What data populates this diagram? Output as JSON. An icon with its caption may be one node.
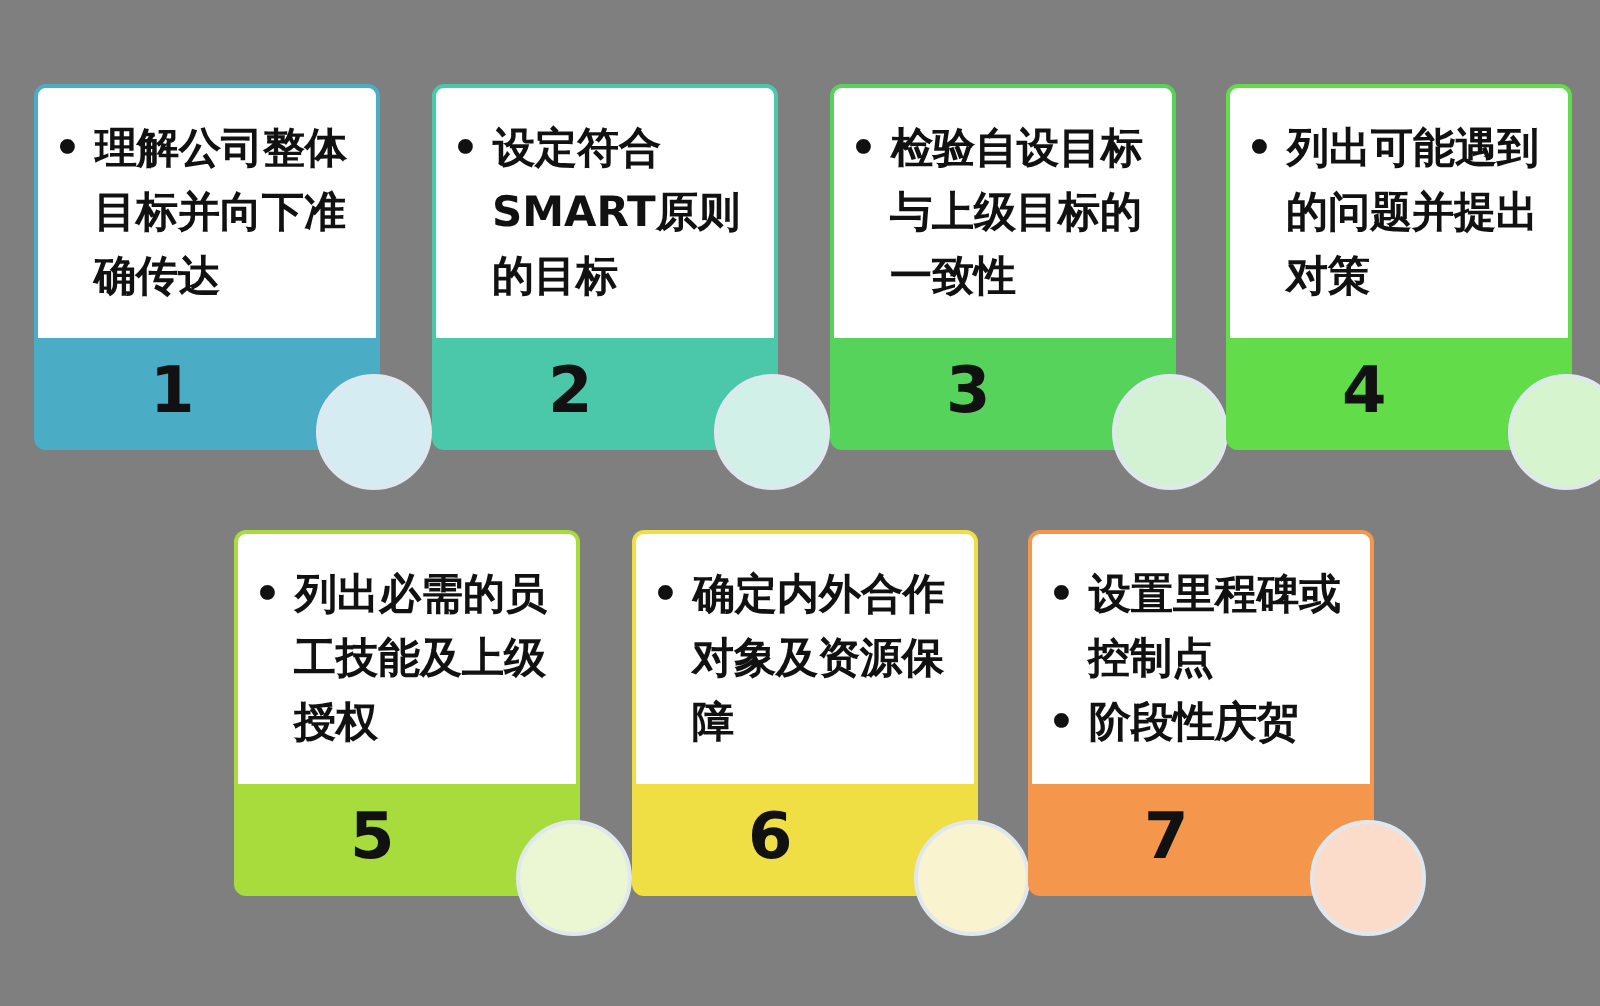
{
  "diagram": {
    "nodes": [
      {
        "text": [
          "• 理解公司整体目标并向下准确传达",
          "1"
        ]
      },
      {
        "text": [
          "• 设定符合SMART原则的目标",
          "2"
        ]
      },
      {
        "text": [
          "• 检验自设目标与上级目标的一致性",
          "3"
        ]
      },
      {
        "text": [
          "• 列出可能遇到的问题并提出对策",
          "4"
        ]
      },
      {
        "text": [
          "• 列出必需的员工技能及上级授权",
          "5"
        ]
      },
      {
        "text": [
          "• 确定内外合作对象及资源保障",
          "6"
        ]
      },
      {
        "text": [
          "• 设置里程碑或控制点",
          "• 阶段性庆贺",
          "7"
        ]
      }
    ]
  }
}
